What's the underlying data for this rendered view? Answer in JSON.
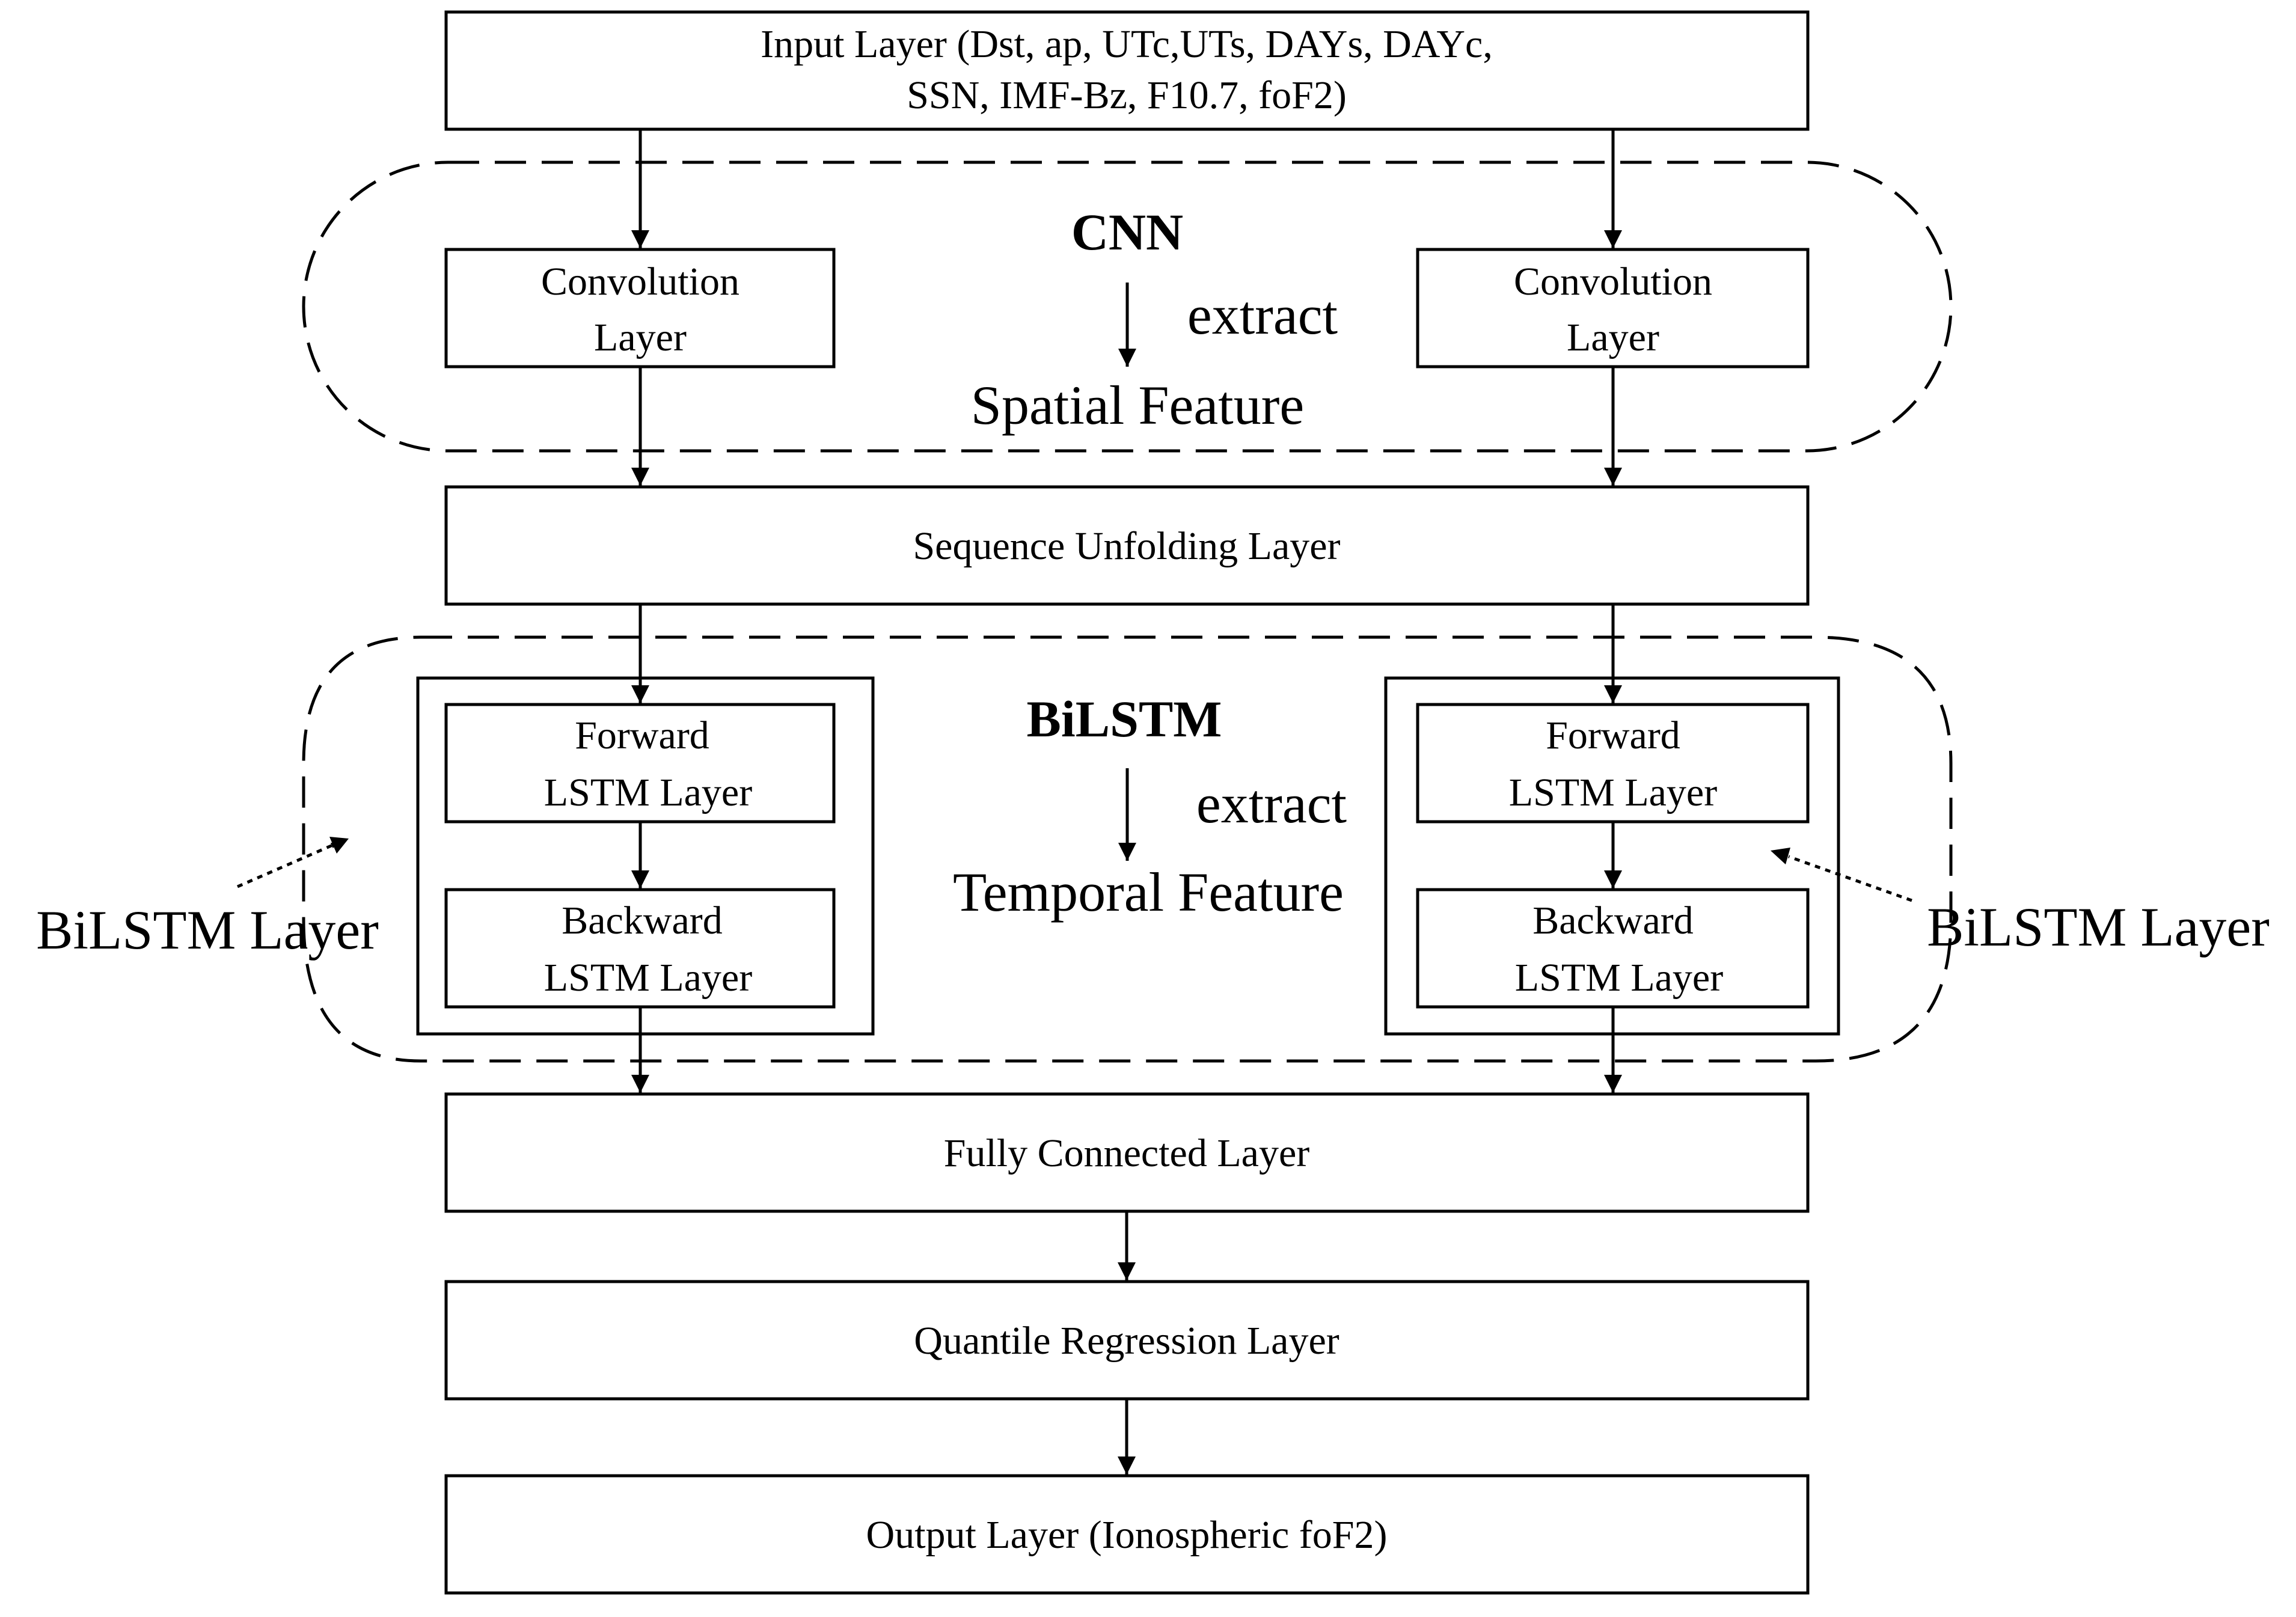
{
  "input_layer": {
    "line1": "Input Layer (Dst, ap, UTc,UTs, DAYs, DAYc,",
    "line2": "SSN, IMF-Bz, F10.7, foF2)"
  },
  "cnn": {
    "title": "CNN",
    "extract": "extract",
    "feature": "Spatial Feature",
    "left_conv": {
      "line1": "Convolution",
      "line2": "Layer"
    },
    "right_conv": {
      "line1": "Convolution",
      "line2": "Layer"
    }
  },
  "sequence_unfolding": "Sequence Unfolding Layer",
  "bilstm": {
    "title": "BiLSTM",
    "extract": "extract",
    "feature": "Temporal Feature",
    "left_label": "BiLSTM Layer",
    "right_label": "BiLSTM Layer",
    "left_forward": {
      "line1": "Forward",
      "line2": "LSTM Layer"
    },
    "left_backward": {
      "line1": "Backward",
      "line2": "LSTM Layer"
    },
    "right_forward": {
      "line1": "Forward",
      "line2": "LSTM Layer"
    },
    "right_backward": {
      "line1": "Backward",
      "line2": "LSTM Layer"
    }
  },
  "fully_connected": "Fully Connected Layer",
  "quantile_regression": "Quantile Regression Layer",
  "output_layer": "Output Layer (Ionospheric foF2)"
}
